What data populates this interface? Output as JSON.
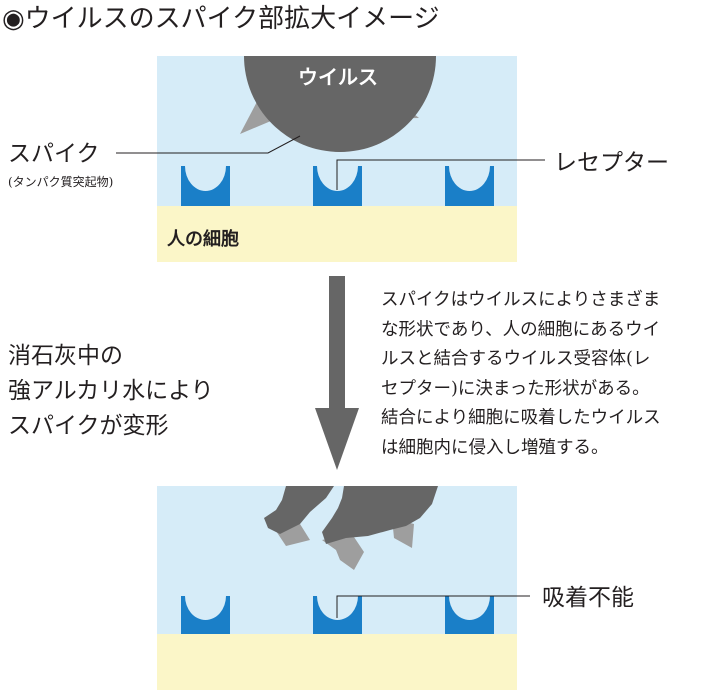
{
  "title": "◉ウイルスのスパイク部拡大イメージ",
  "top_panel": {
    "virus_label": "ウイルス",
    "cell_label": "人の細胞"
  },
  "spike_label": "スパイク",
  "spike_sub": "(タンパク質突起物)",
  "receptor_label": "レセプター",
  "cause_lines": [
    "消石灰中の",
    "強アルカリ水により",
    "スパイクが変形"
  ],
  "explain_lines": [
    "スパイクはウイルスによりさまざま",
    "な形状であり、人の細胞にあるウイ",
    "ルスと結合するウイルス受容体(レ",
    "セプター)に決まった形状がある。",
    "結合により細胞に吸着したウイルス",
    "は細胞内に侵入し増殖する。"
  ],
  "fail_label": "吸着不能",
  "colors": {
    "outer_bg": "#d6ecf8",
    "cell": "#fbf6c8",
    "receptor": "#1a7fc8",
    "virus": "#666666",
    "spike": "#9e9e9e",
    "arrow": "#666666"
  }
}
